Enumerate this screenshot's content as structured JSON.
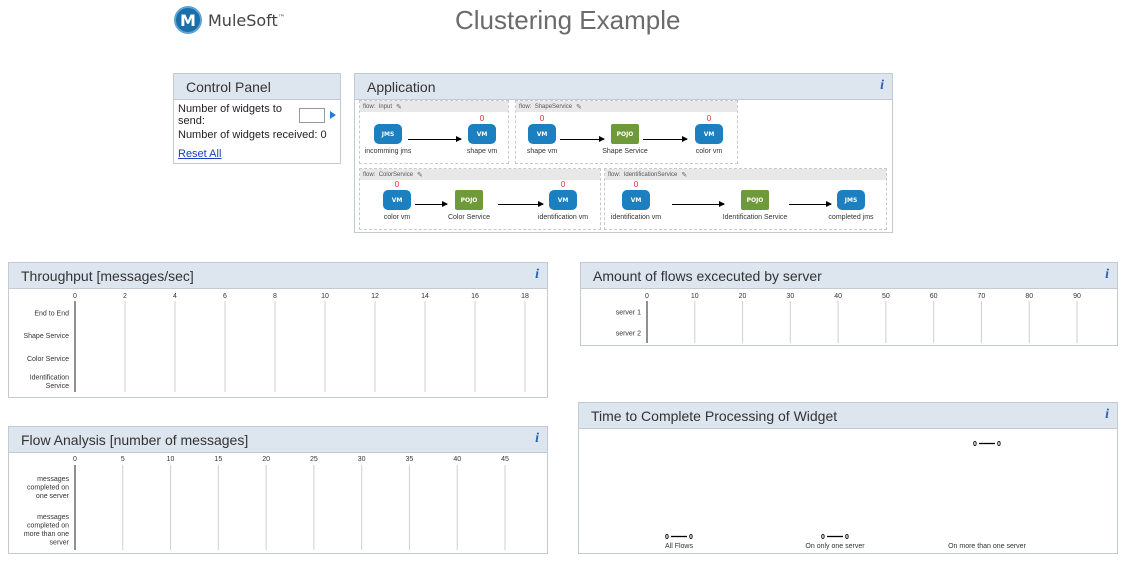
{
  "header": {
    "logo_mark": "M",
    "logo_text": "MuleSoft",
    "trademark": "™",
    "title": "Clustering Example"
  },
  "info_glyph": "i",
  "control_panel": {
    "title": "Control Panel",
    "send_label": "Number of widgets to send:",
    "send_value": "",
    "received_label": "Number of widgets received: 0",
    "reset_label": "Reset All"
  },
  "application": {
    "title": "Application",
    "flows": [
      {
        "label": "flow:",
        "name": "Input",
        "nodes": [
          {
            "count": "",
            "icon": "JMS",
            "type": "jms",
            "label": "incomming jms"
          },
          {
            "count": "0",
            "icon": "VM",
            "type": "vm",
            "label": "shape vm"
          }
        ]
      },
      {
        "label": "flow:",
        "name": "ShapeService",
        "nodes": [
          {
            "count": "0",
            "icon": "VM",
            "type": "vm",
            "label": "shape vm"
          },
          {
            "count": "",
            "icon": "POJO",
            "type": "pojo",
            "label": "Shape Service"
          },
          {
            "count": "0",
            "icon": "VM",
            "type": "vm",
            "label": "color vm"
          }
        ]
      },
      {
        "label": "flow:",
        "name": "ColorService",
        "nodes": [
          {
            "count": "0",
            "icon": "VM",
            "type": "vm",
            "label": "color vm"
          },
          {
            "count": "",
            "icon": "POJO",
            "type": "pojo",
            "label": "Color Service"
          },
          {
            "count": "0",
            "icon": "VM",
            "type": "vm",
            "label": "identification vm"
          }
        ]
      },
      {
        "label": "flow:",
        "name": "IdentificationService",
        "nodes": [
          {
            "count": "0",
            "icon": "VM",
            "type": "vm",
            "label": "identification vm"
          },
          {
            "count": "",
            "icon": "POJO",
            "type": "pojo",
            "label": "Identification Service"
          },
          {
            "count": "",
            "icon": "JMS",
            "type": "jms",
            "label": "completed jms"
          }
        ]
      }
    ]
  },
  "chart_data": [
    {
      "id": "throughput",
      "type": "bar",
      "orientation": "horizontal",
      "title": "Throughput [messages/sec]",
      "categories": [
        "End to End",
        "Shape Service",
        "Color Service",
        "Identification Service"
      ],
      "values": [
        0,
        0,
        0,
        0
      ],
      "xticks": [
        0,
        2,
        4,
        6,
        8,
        10,
        12,
        14,
        16,
        18
      ],
      "xlim": [
        0,
        18
      ]
    },
    {
      "id": "flows_by_server",
      "type": "bar",
      "orientation": "horizontal",
      "title": "Amount of flows excecuted by server",
      "categories": [
        "server 1",
        "server 2"
      ],
      "values": [
        0,
        0
      ],
      "xticks": [
        0,
        10,
        20,
        30,
        40,
        50,
        60,
        70,
        80,
        90
      ],
      "xlim": [
        0,
        90
      ]
    },
    {
      "id": "flow_analysis",
      "type": "bar",
      "orientation": "horizontal",
      "title": "Flow Analysis [number of messages]",
      "categories": [
        "messages completed on one server",
        "messages completed on more than one server"
      ],
      "values": [
        0,
        0
      ],
      "xticks": [
        0,
        5,
        10,
        15,
        20,
        25,
        30,
        35,
        40,
        45
      ],
      "xlim": [
        0,
        45
      ]
    },
    {
      "id": "time_to_complete",
      "type": "line",
      "title": "Time to Complete Processing of Widget",
      "categories": [
        "All Flows",
        "On only one server",
        "On more than one server"
      ],
      "series": [
        {
          "min": 0,
          "max": 0
        },
        {
          "min": 0,
          "max": 0
        },
        {
          "min": 0,
          "max": 0
        }
      ],
      "label_text": [
        {
          "min": "0",
          "max": "0"
        },
        {
          "min": "0",
          "max": "0"
        },
        {
          "min": "0",
          "max": "0"
        }
      ]
    }
  ]
}
